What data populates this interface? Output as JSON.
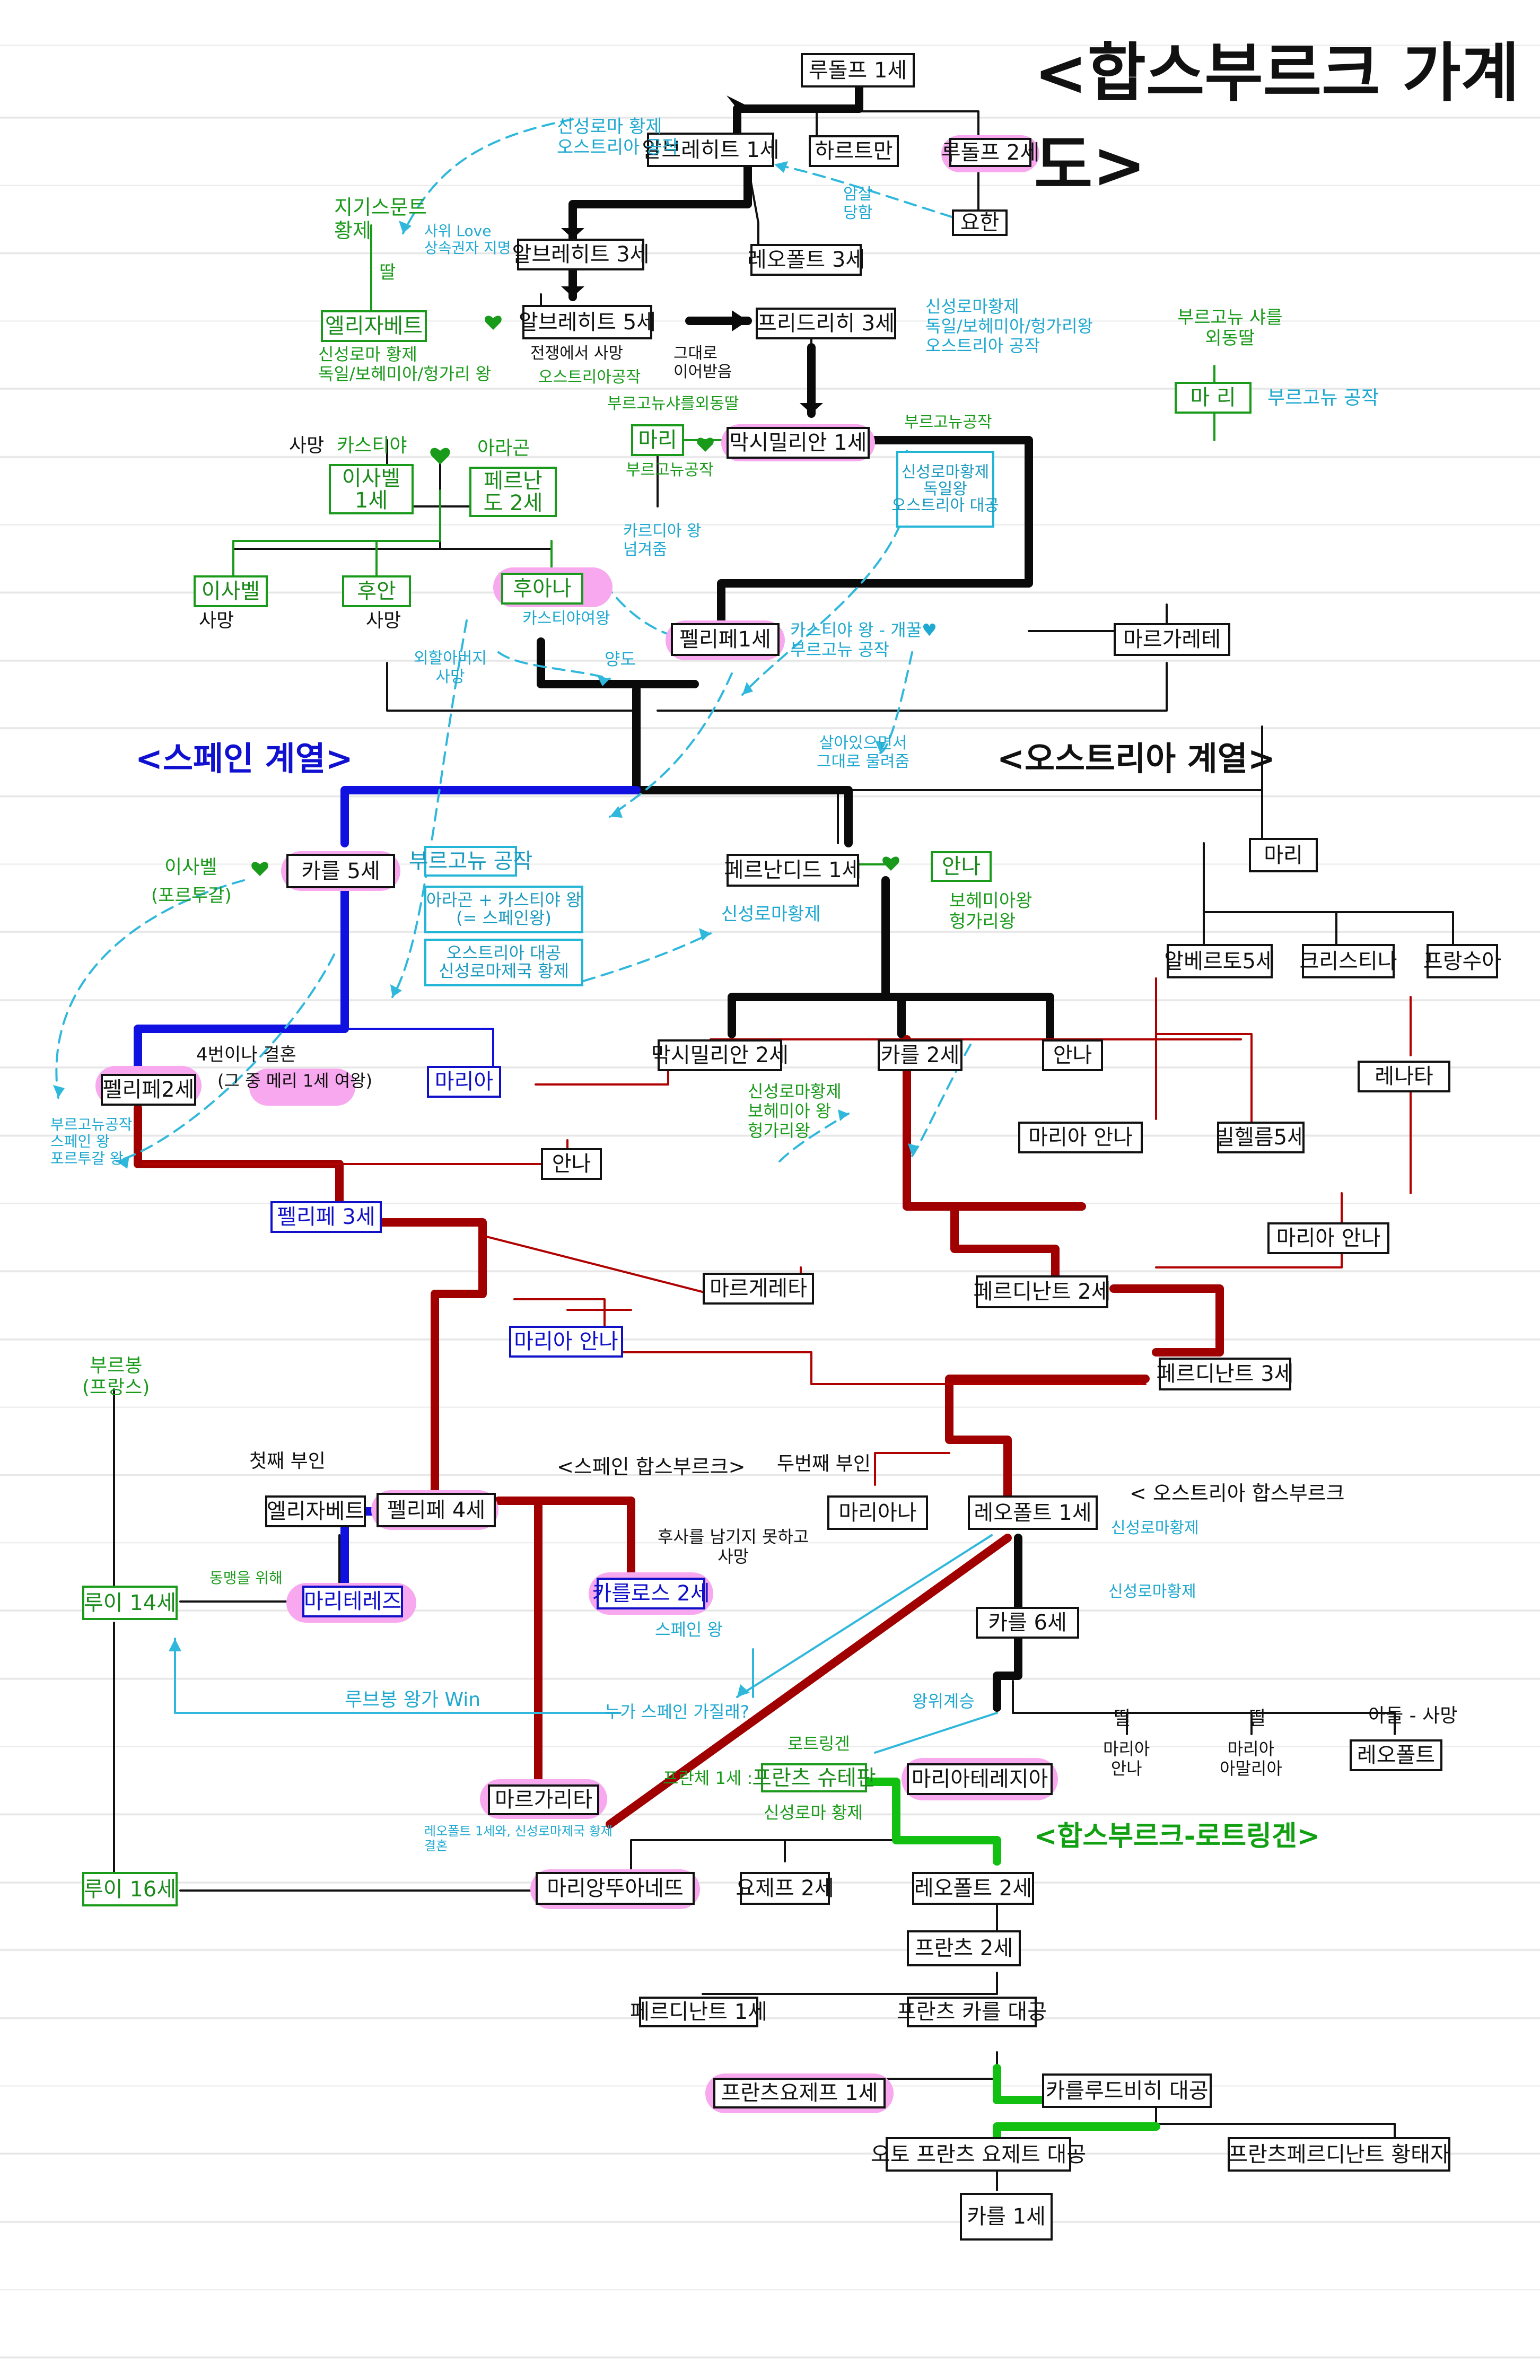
{
  "title": "<합스부르크 가계도>",
  "sections": {
    "spain": "<스페인 계열>",
    "austria": "<오스트리아 계열>",
    "spain_hb": "<스페인 합스부르크>",
    "austria_hb": "< 오스트리아 합스부르크",
    "lorraine": "<합스부르크-로트링겐>"
  },
  "people": {
    "rudolf1": "루돌프 1세",
    "albrecht1": "알브레히트 1세",
    "hartmann": "하르트만",
    "rudolf2": "루돌프 2세",
    "johann": "요한",
    "albrecht3": "알브레히트 3세",
    "leopold3": "레오폴트 3세",
    "elisabeth_top": "엘리자베트",
    "albrecht5": "알브레히트 5세",
    "friedrich3": "프리드리히 3세",
    "mari_top": "마리",
    "maximilian1": "막시밀리안 1세",
    "mari_right": "마 리",
    "isabel1": "이사벨 1세",
    "fernando2": "페르난도 2세",
    "isabel_c": "이사벨",
    "juan": "후안",
    "juana": "후아나",
    "felipe1": "펠리페1세",
    "margarete_top": "마르가레테",
    "karl5": "카를 5세",
    "ferdinand1": "페르난디드 1세",
    "anna_top": "안나",
    "mari_austria": "마리",
    "albrecht5b": "알베르토5세",
    "christina": "크리스티나",
    "francois": "프랑수아",
    "maximilian2": "막시밀리안 2세",
    "karl2": "카를 2세",
    "anna_mid": "안나",
    "renata": "레나타",
    "felipe2": "펠리페2세",
    "maria_blue": "마리아",
    "maria_anna_a": "마리아 안나",
    "wilhelm5": "빌헬름5세",
    "anna_low": "안나",
    "maria_anna_b": "마리아 안나",
    "felipe3": "펠리페 3세",
    "margareta": "마르게레타",
    "ferdinand2": "페르디난트 2세",
    "maria_anna_c": "마리아 안나",
    "ferdinand3": "페르디난트 3세",
    "elisabeth": "엘리자베트",
    "felipe4": "펠리페 4세",
    "mariana": "마리아나",
    "leopold1": "레오폴트 1세",
    "louis14": "루이 14세",
    "maria_teresa": "마리테레즈",
    "carlos2": "카를로스 2세",
    "karl6": "카를 6세",
    "margarita": "마르가리타",
    "franz_stephan": "프란츠 슈테판",
    "maria_theresia": "마리아테레지아",
    "louis16": "루이 16세",
    "marie_antoinette": "마리앙뚜아네뜨",
    "joseph2": "요제프 2세",
    "leopold2": "레오폴트 2세",
    "franz2": "프란츠 2세",
    "ferdinand1b": "페르디난트 1세",
    "franz_karl": "프란츠 카를 대공",
    "franz_joseph1": "프란츠요제프 1세",
    "karl_ludwig": "카를루드비히 대공",
    "otto_franz": "오토 프란츠 요제트 대공",
    "franz_ferdinand": "프란츠페르디난트 황태자",
    "karl1": "카를 1세",
    "leopold_last": "레오폴트"
  },
  "notes": {
    "hre_austria_top": "신성로마 황제\n오스트리아 공작",
    "sigismund": "지기스문트\n황제",
    "daughter1": "딸",
    "love": "사위 Love\n상속권자 지명",
    "elisabeth_note": "신성로마 황제\n독일/보헤미아/헝가리 왕",
    "albrecht5_note": "전쟁에서 사망",
    "austria_duke": "오스트리아공작",
    "inherit": "그대로\n이어받음",
    "murder": "암살\n당함",
    "friedrich3_note": "신성로마황제\n독일/보헤미아/헝가리왕\n오스트리아 공작",
    "burgundy_daughter": "부르고뉴 샤를\n외동딸",
    "burgundy_duke_r": "부르고뉴 공작",
    "burgundy_daughter2": "부르고뉴샤를외동딸",
    "burgundy_duke_l": "부르고뉴공작",
    "burgundy_duke_m": "부르고뉴공작",
    "max1_note": "신성로마황제\n독일왕\n오스트리아 대공",
    "death": "사망",
    "castile": "카스티야",
    "aragon": "아라곤",
    "death2": "사망",
    "death3": "사망",
    "aragon_regent": "카르디아 왕\n넘겨줌",
    "castile_queen": "카스티야여왕",
    "yield": "양도",
    "castile_king": "카스티야 왕 - 개꿀♥\n부르고뉴 공작",
    "maternal": "외할아버지\n사망",
    "while_alive": "살아있으면서\n그대로 물려줌",
    "isabel_port": "이사벨",
    "portugal": "(포르투갈)",
    "burgundy_duke2": "부르고뉴 공작",
    "aragon_castile": "아라곤 + 카스티야 왕\n(= 스페인왕)",
    "austria_hre": "오스트리아 대공\n신성로마제국 황제",
    "hre_emperor": "신성로마황제",
    "bohemia": "보헤미아왕\n헝가리왕",
    "fourth_marriage": "4번이나 결혼",
    "mary1": "(그 중 메리 1세 여왕)",
    "felipe2_note": "부르고뉴공작\n스페인 왕\n포르투갈 왕",
    "max2_note": "신성로마황제\n보헤미아 왕\n헝가리왕",
    "bourbon": "부르봉\n(프랑스)",
    "first_wife": "첫째 부인",
    "second_wife": "두번째 부인",
    "dynasty": "동맹을 위해",
    "no_heir": "후사를 남기지 못하고\n사망",
    "spain_king": "스페인 왕",
    "hre_emp2": "신성로마황제",
    "hre_emp3": "신성로마황제",
    "bourbon_win": "루브봉 왕가 Win",
    "who_spain": "누가 스페인 가질래?",
    "war_succ": "왕위계승",
    "lorraine_word": "로트링겐",
    "franz1": "프란체 1세 :",
    "franz_note": "신성로마 황제",
    "daughter_a": "딸",
    "daughter_b": "딸",
    "son": "아들 - 사망",
    "maria_anna_d": "마리아\n안나",
    "maria_amalia": "마리아\n아말리아",
    "margarita_note": "레오폴트 1세와, 신성로마제국 황제\n결혼"
  }
}
